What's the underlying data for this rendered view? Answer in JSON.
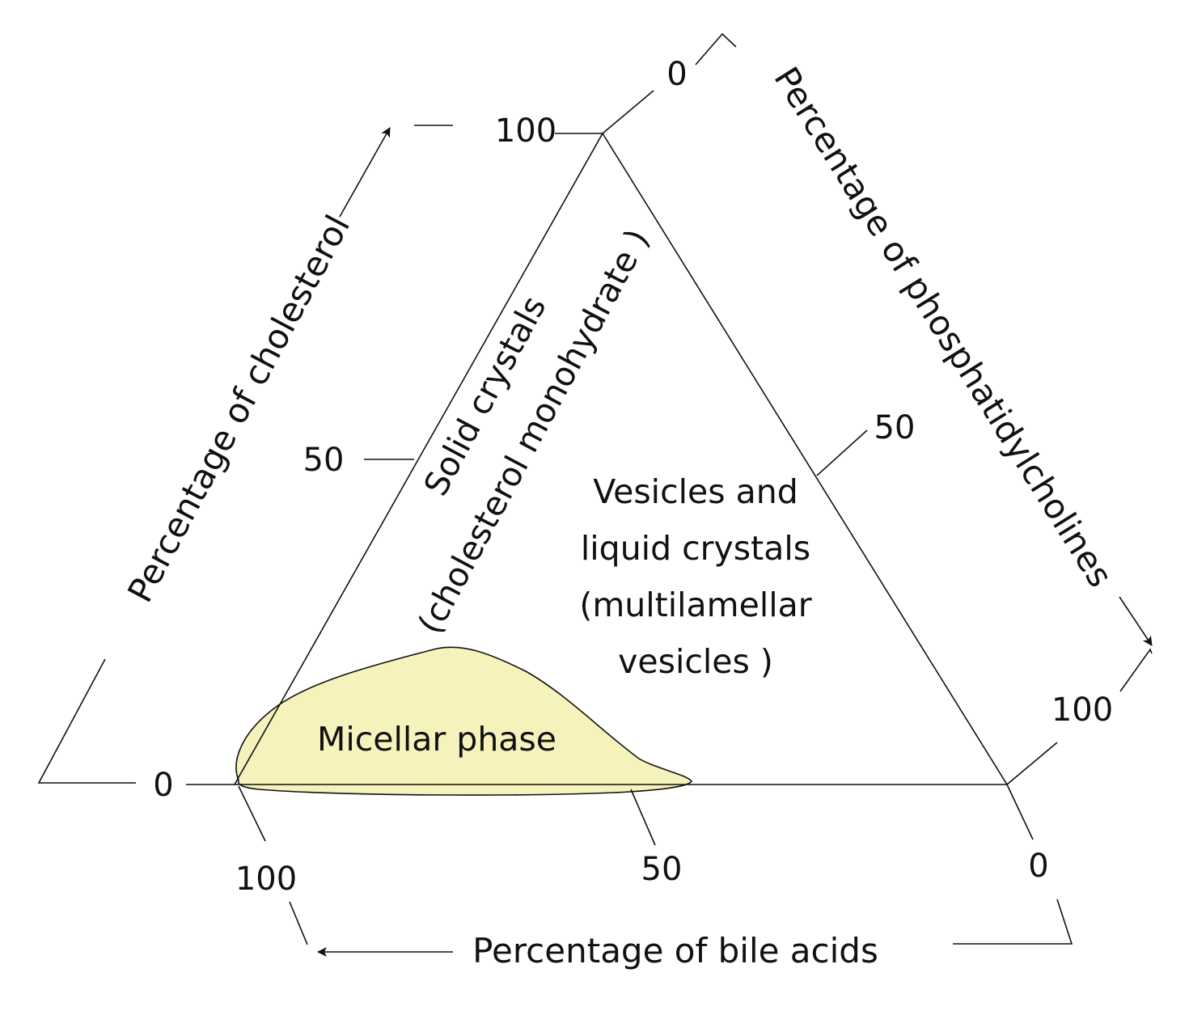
{
  "colors": {
    "micellar_fill": "#F6F2BC",
    "line": "#111111"
  },
  "axes": {
    "cholesterol": {
      "title": "Percentage of cholesterol",
      "ticks": [
        "0",
        "50",
        "100"
      ]
    },
    "phosphatidylcholines": {
      "title": "Percentage of phosphatidylcholines",
      "ticks": [
        "0",
        "50",
        "100"
      ]
    },
    "bile_acids": {
      "title": "Percentage of bile acids",
      "ticks": [
        "0",
        "50",
        "100"
      ]
    }
  },
  "regions": {
    "solid": {
      "line1": "Solid crystals",
      "line2": "(cholesterol monohydrate )"
    },
    "vesicles": {
      "lines": [
        "Vesicles and",
        "liquid crystals",
        "(multilamellar",
        "vesicles )"
      ]
    },
    "micellar": {
      "label": "Micellar phase"
    }
  }
}
